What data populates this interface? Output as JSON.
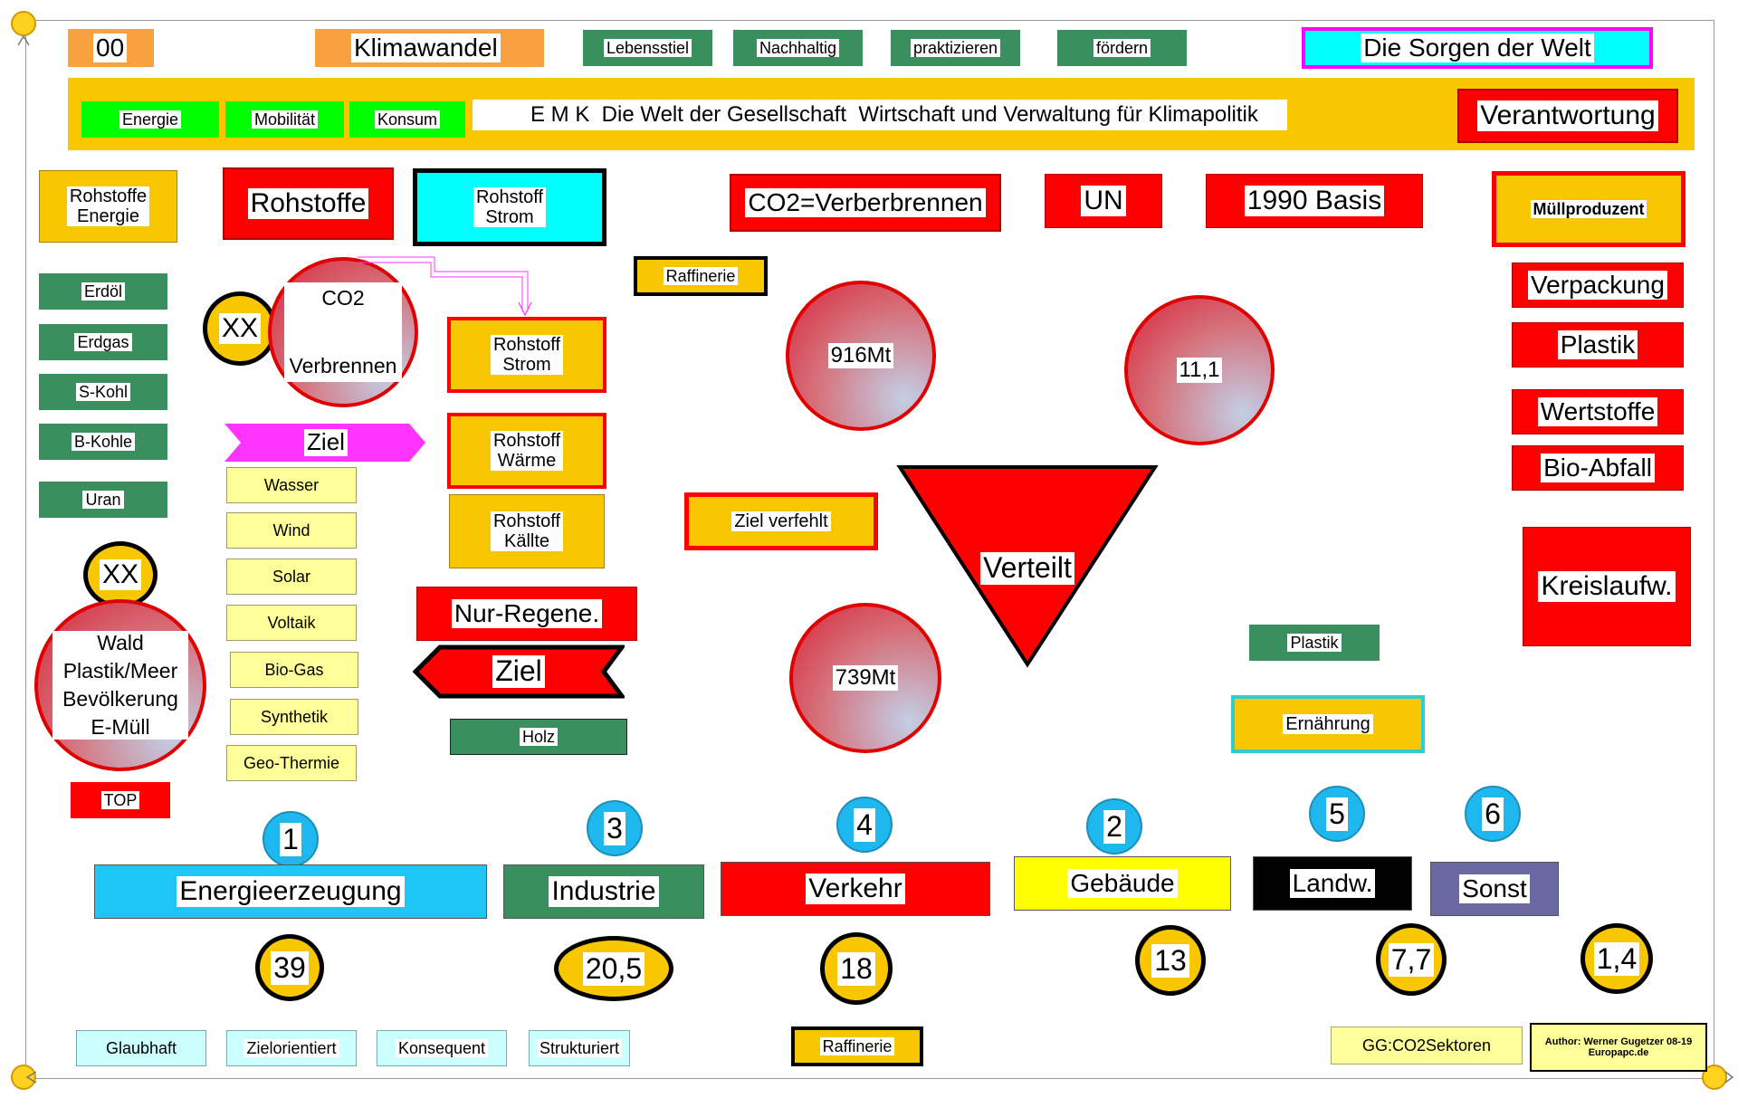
{
  "header": {
    "code": "00",
    "climate": "Klimawandel",
    "lifestyle": "Lebensstiel",
    "sustainable": "Nachhaltig",
    "practice": "praktizieren",
    "promote": "fördern",
    "worries": "Die Sorgen der Welt"
  },
  "banner": {
    "energy": "Energie",
    "mobility": "Mobilität",
    "consumption": "Konsum",
    "title": "E M K  Die Welt der Gesellschaft  Wirtschaft und Verwaltung für Klimapolitik",
    "responsibility": "Verantwortung"
  },
  "left": {
    "raw_energy_1": "Rohstoffe",
    "raw_energy_2": "Energie",
    "raw_materials": "Rohstoffe",
    "raw_power_1": "Rohstoff",
    "raw_power_2": "Strom",
    "fuels": [
      "Erdöl",
      "Erdgas",
      "S-Kohl",
      "B-Kohle",
      "Uran"
    ],
    "xx1": "XX",
    "co2_1": "CO2",
    "co2_2": "Verbrennen",
    "xx2": "XX",
    "wald": [
      "Wald",
      "Plastik/Meer",
      "Bevölkerung",
      "E-Müll"
    ],
    "top": "TOP"
  },
  "renewables": {
    "ziel": "Ziel",
    "items": [
      "Wasser",
      "Wind",
      "Solar",
      "Voltaik",
      "Bio-Gas",
      "Synthetik",
      "Geo-Thermie"
    ]
  },
  "middle": {
    "power_1": "Rohstoff",
    "power_2": "Strom",
    "heat_1": "Rohstoff",
    "heat_2": "Wärme",
    "cold_1": "Rohstoff",
    "cold_2": "Källte",
    "only_renew": "Nur-Regene.",
    "ziel2": "Ziel",
    "wood": "Holz"
  },
  "center": {
    "co2": "CO2=Verberbrennen",
    "un": "UN",
    "basis": "1990 Basis",
    "refinery": "Raffinerie",
    "c916": "916Mt",
    "c111": "11,1",
    "missed": "Ziel verfehlt",
    "distributed": "Verteilt",
    "c739": "739Mt",
    "plastic": "Plastik",
    "food": "Ernährung"
  },
  "right": {
    "waste_producer": "Müllproduzent",
    "items": [
      "Verpackung",
      "Plastik",
      "Wertstoffe",
      "Bio-Abfall"
    ],
    "circular": "Kreislaufw."
  },
  "sectors": [
    {
      "num": "1",
      "name": "Energieerzeugung",
      "value": "39"
    },
    {
      "num": "3",
      "name": "Industrie",
      "value": "20,5"
    },
    {
      "num": "4",
      "name": "Verkehr",
      "value": "18"
    },
    {
      "num": "2",
      "name": "Gebäude",
      "value": "13"
    },
    {
      "num": "5",
      "name": "Landw.",
      "value": "7,7"
    },
    {
      "num": "6",
      "name": "Sonst",
      "value": "1,4"
    }
  ],
  "footer": {
    "credible": "Glaubhaft",
    "goal": "Zielorientiert",
    "consistent": "Konsequent",
    "structured": "Strukturiert",
    "refinery": "Raffinerie",
    "ref": "GG:CO2Sektoren",
    "author": "Author: Werner Gugetzer  08-19",
    "site": "Europapc.de"
  },
  "colors": {
    "orange": "#f9a03f",
    "gold": "#f9c700",
    "green": "#3a8f5e",
    "red": "#ff0000",
    "cyan": "#00ffff",
    "magenta": "#ff33ff",
    "sector_energy": "#1fc5f5",
    "sector_industry": "#3a8f5e",
    "sector_traffic": "#ff0000",
    "sector_building": "#ffff00",
    "sector_agri": "#000000",
    "sector_other": "#6a68a0"
  }
}
